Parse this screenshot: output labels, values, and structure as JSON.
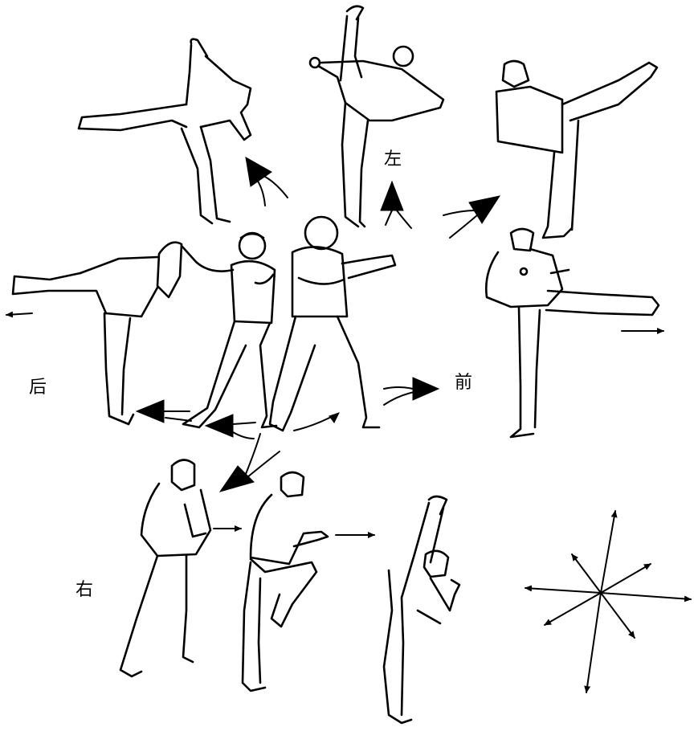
{
  "labels": {
    "left": "左",
    "front": "前",
    "back": "后",
    "right": "右"
  }
}
